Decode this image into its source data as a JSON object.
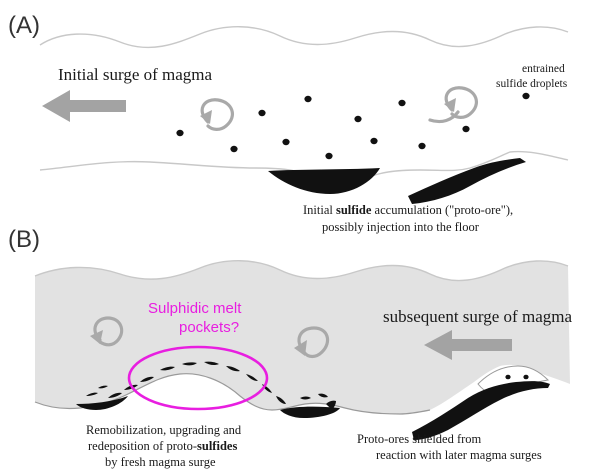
{
  "panels": [
    {
      "id": "A",
      "label": "(A)",
      "surge_label": "Initial surge of magma",
      "droplet_label_line1": "entrained",
      "droplet_label_line2": "sulfide droplets",
      "accumulation_line1_pre": "Initial ",
      "accumulation_line1_bold": "sulfide",
      "accumulation_line1_post": " accumulation (\"proto-ore\"),",
      "accumulation_line2": "possibly injection into the floor"
    },
    {
      "id": "B",
      "label": "(B)",
      "surge_label": "subsequent surge of magma",
      "melt_pockets_line1": "Sulphidic melt",
      "melt_pockets_line2": "pockets?",
      "remob_line1": "Remobilization, upgrading and",
      "remob_line2_pre": "redeposition of proto-",
      "remob_line2_bold": "sulfides",
      "remob_line3": "by fresh magma surge",
      "shield_line1": "Proto-ores shielded from",
      "shield_line2": "reaction with later magma surges"
    }
  ],
  "colors": {
    "magma_fill_B": "#e2e2e2",
    "arrow": "#a3a3a3",
    "ore": "#111111",
    "highlight": "#e81ee0"
  }
}
